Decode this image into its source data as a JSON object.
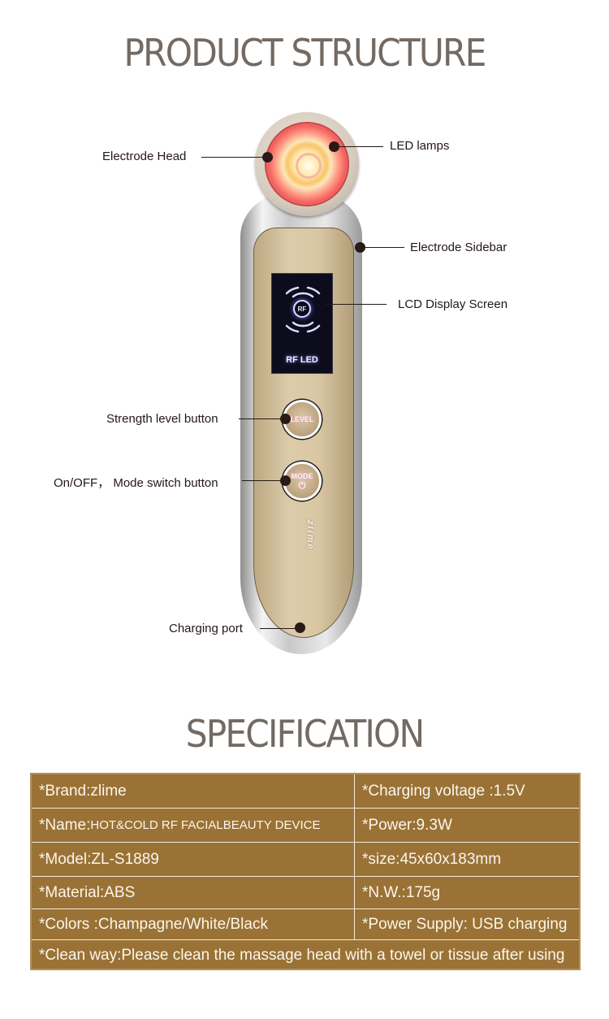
{
  "structure": {
    "title": "PRODUCT STRUCTURE",
    "callouts": [
      {
        "id": "electrode-head",
        "label": "Electrode Head"
      },
      {
        "id": "led-lamps",
        "label": "LED lamps"
      },
      {
        "id": "electrode-sidebar",
        "label": "Electrode  Sidebar"
      },
      {
        "id": "lcd-display-screen",
        "label": "LCD Display Screen"
      },
      {
        "id": "strength-level-button",
        "label": "Strength level button"
      },
      {
        "id": "mode-switch-button",
        "label": "On/OFF， Mode switch button"
      },
      {
        "id": "charging-port",
        "label": "Charging port"
      }
    ],
    "device": {
      "lcd_icon_text": "RF",
      "lcd_text": "RF LED",
      "level_button_text": "LEVEL",
      "mode_button_text": "MODE",
      "power_glyph": "⏻",
      "logo_text": "zlime",
      "colors": {
        "body": "#d9c7a4",
        "rim": "#d4d4d4",
        "lcd": "#0d0c1c",
        "led_red": "#f25d5d",
        "led_yellow": "#f9c56a"
      }
    }
  },
  "specification": {
    "title": "SPECIFICATION",
    "rows": [
      {
        "left": {
          "label": "*Brand:",
          "value": "zlime"
        },
        "right": "*Charging voltage :1.5V"
      },
      {
        "left": {
          "label": "*Name:",
          "value": "HOT&COLD RF FACIALBEAUTY DEVICE"
        },
        "right": "*Power:9.3W"
      },
      {
        "left": {
          "label": "*Model:",
          "value": "ZL-S1889"
        },
        "right": "*size:45x60x183mm"
      },
      {
        "left": {
          "label": "*Material:",
          "value": "ABS"
        },
        "right": "*N.W.:175g"
      },
      {
        "left": {
          "label": "*Colors :",
          "value": "Champagne/White/Black"
        },
        "right": "*Power Supply: USB charging"
      },
      {
        "full": "*Clean way:Please clean the massage head with a towel or tissue after using"
      }
    ],
    "colors": {
      "table_bg": "#9a7235",
      "text": "#fbf6ec",
      "border": "#f3ead8",
      "title": "#726a63"
    }
  }
}
